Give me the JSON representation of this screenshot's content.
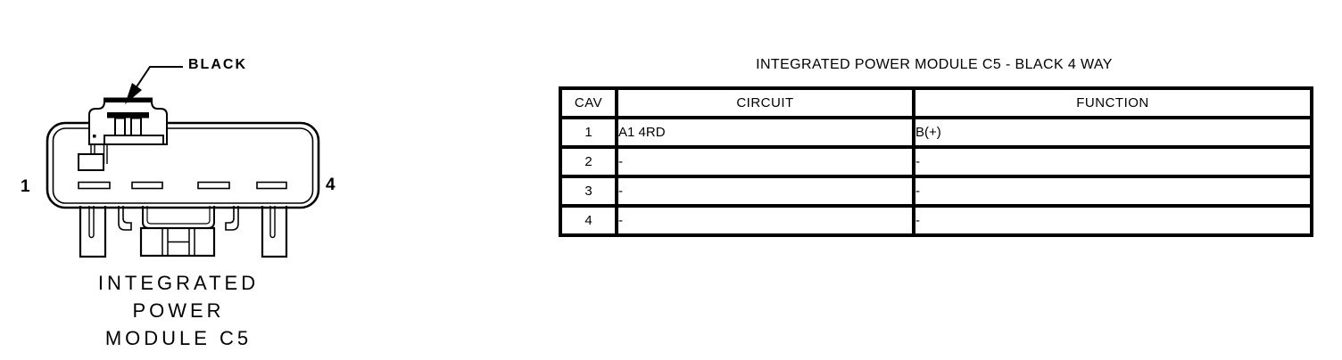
{
  "diagram": {
    "connector_color_label": "BLACK",
    "pin_first": "1",
    "pin_last": "4",
    "caption_lines": [
      "INTEGRATED",
      "POWER",
      "MODULE C5"
    ]
  },
  "table": {
    "title": "INTEGRATED POWER MODULE C5 - BLACK 4 WAY",
    "columns": [
      "CAV",
      "CIRCUIT",
      "FUNCTION"
    ],
    "rows": [
      {
        "cav": "1",
        "circuit": "A1 4RD",
        "function": "B(+)"
      },
      {
        "cav": "2",
        "circuit": "-",
        "function": "-"
      },
      {
        "cav": "3",
        "circuit": "-",
        "function": "-"
      },
      {
        "cav": "4",
        "circuit": "-",
        "function": "-"
      }
    ]
  },
  "colors": {
    "ink": "#000000",
    "background": "#ffffff"
  }
}
